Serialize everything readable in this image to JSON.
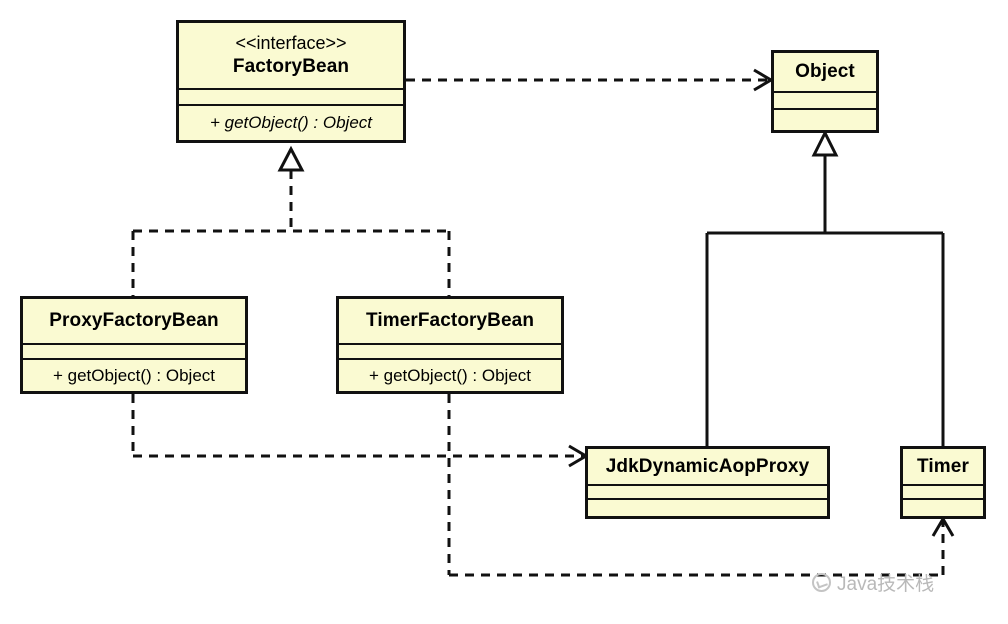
{
  "diagram": {
    "title": "FactoryBean UML class diagram",
    "type": "uml-class-diagram",
    "colors": {
      "box_fill": "#fafad2",
      "box_border": "#111111",
      "line": "#111111",
      "text": "#000000",
      "watermark": "#b9b9b9",
      "background": "#ffffff"
    },
    "classes": [
      {
        "id": "factorybean",
        "stereotype": "<<interface>>",
        "name": "FactoryBean",
        "attributes": [],
        "methods": [
          "+ getObject() : Object"
        ],
        "abstract_methods": true
      },
      {
        "id": "object",
        "stereotype": "",
        "name": "Object",
        "attributes": [],
        "methods": [],
        "abstract_methods": false
      },
      {
        "id": "proxyfactorybean",
        "stereotype": "",
        "name": "ProxyFactoryBean",
        "attributes": [],
        "methods": [
          "+ getObject() : Object"
        ],
        "abstract_methods": false
      },
      {
        "id": "timerfactorybean",
        "stereotype": "",
        "name": "TimerFactoryBean",
        "attributes": [],
        "methods": [
          "+ getObject() : Object"
        ],
        "abstract_methods": false
      },
      {
        "id": "jdkdynamicaopproxy",
        "stereotype": "",
        "name": "JdkDynamicAopProxy",
        "attributes": [],
        "methods": [],
        "abstract_methods": false
      },
      {
        "id": "timer",
        "stereotype": "",
        "name": "Timer",
        "attributes": [],
        "methods": [],
        "abstract_methods": false
      }
    ],
    "relationships": [
      {
        "from": "FactoryBean",
        "to": "Object",
        "type": "dependency",
        "style": "dashed",
        "arrowhead": "open"
      },
      {
        "from": "ProxyFactoryBean",
        "to": "FactoryBean",
        "type": "realization",
        "style": "dashed",
        "arrowhead": "hollow-triangle"
      },
      {
        "from": "TimerFactoryBean",
        "to": "FactoryBean",
        "type": "realization",
        "style": "dashed",
        "arrowhead": "hollow-triangle"
      },
      {
        "from": "JdkDynamicAopProxy",
        "to": "Object",
        "type": "generalization",
        "style": "solid",
        "arrowhead": "hollow-triangle"
      },
      {
        "from": "Timer",
        "to": "Object",
        "type": "generalization",
        "style": "solid",
        "arrowhead": "hollow-triangle"
      },
      {
        "from": "ProxyFactoryBean",
        "to": "JdkDynamicAopProxy",
        "type": "dependency",
        "style": "dashed",
        "arrowhead": "open"
      },
      {
        "from": "TimerFactoryBean",
        "to": "Timer",
        "type": "dependency",
        "style": "dashed",
        "arrowhead": "open"
      }
    ]
  },
  "watermark": {
    "text": "Java技术栈",
    "logo": "circle-check-logo"
  }
}
